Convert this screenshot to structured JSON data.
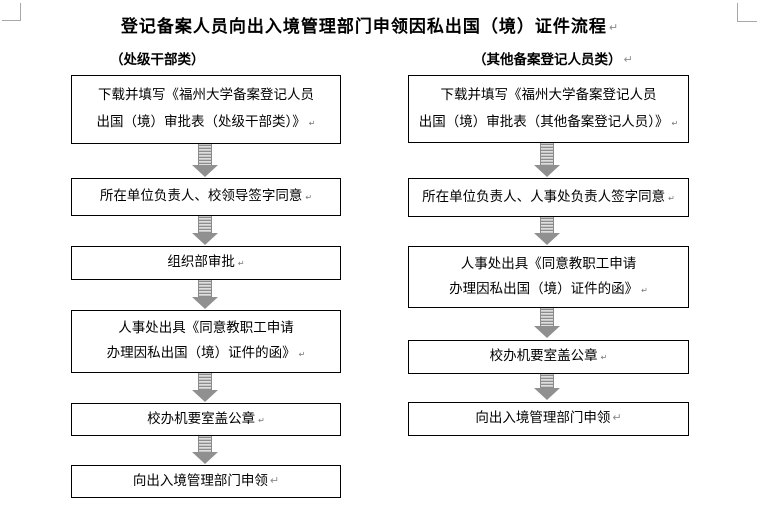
{
  "page": {
    "title": "登记备案人员向出入境管理部门申领因私出国（境）证件流程",
    "mark": "↵"
  },
  "colors": {
    "box_border": "#000000",
    "arrow_gray": "#909090",
    "boundary_mark_gray": "#a8a8a8",
    "text": "#000000",
    "background": "#ffffff"
  },
  "columns": [
    {
      "header": "（处级干部类）",
      "steps": [
        {
          "lines": [
            "下载并填写《福州大学备案登记人员",
            "出国（境）审批表（处级干部类）》"
          ]
        },
        {
          "lines": [
            "所在单位负责人、校领导签字同意"
          ]
        },
        {
          "lines": [
            "组织部审批"
          ]
        },
        {
          "lines": [
            "人事处出具《同意教职工申请",
            "办理因私出国（境）证件的函》"
          ]
        },
        {
          "lines": [
            "校办机要室盖公章"
          ]
        },
        {
          "lines": [
            "向出入境管理部门申领"
          ]
        }
      ]
    },
    {
      "header": "（其他备案登记人员类）",
      "steps": [
        {
          "lines": [
            "下载并填写《福州大学备案登记人员",
            "出国（境）审批表（其他备案登记人员）》"
          ]
        },
        {
          "lines": [
            "所在单位负责人、人事处负责人签字同意"
          ]
        },
        {
          "lines": [
            "人事处出具《同意教职工申请",
            "办理因私出国（境）证件的函》"
          ]
        },
        {
          "lines": [
            "校办机要室盖公章"
          ]
        },
        {
          "lines": [
            "向出入境管理部门申领"
          ]
        }
      ]
    }
  ]
}
